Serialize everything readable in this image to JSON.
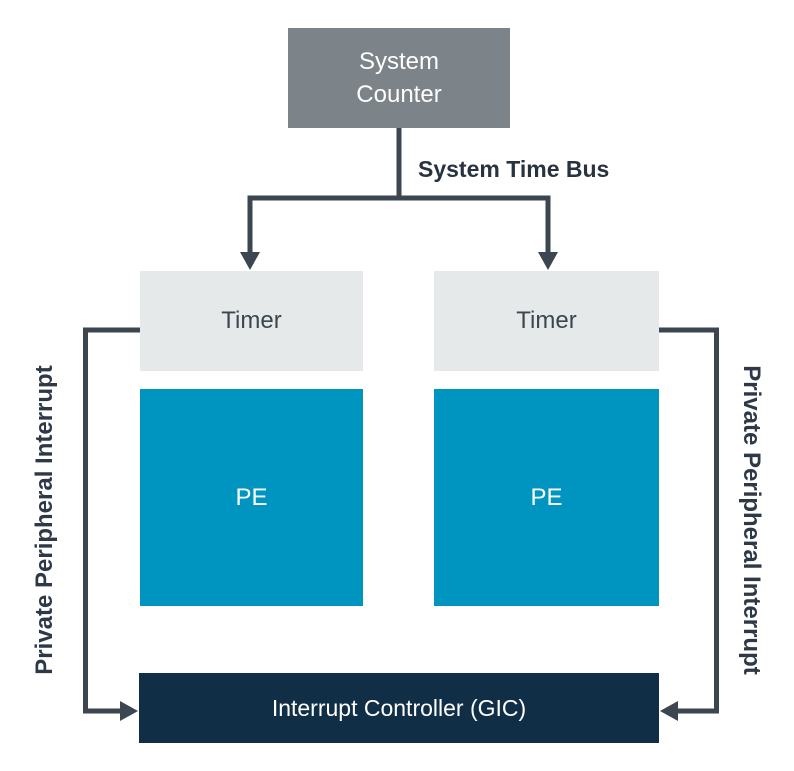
{
  "diagram": {
    "system_counter": {
      "label": "System Counter"
    },
    "bus_label": "System Time Bus",
    "timers": [
      {
        "label": "Timer"
      },
      {
        "label": "Timer"
      }
    ],
    "pes": [
      {
        "label": "PE"
      },
      {
        "label": "PE"
      }
    ],
    "interrupt_controller": {
      "label": "Interrupt Controller (GIC)"
    },
    "left_interrupt_label": "Private Peripheral Interrupt",
    "right_interrupt_label": "Private Peripheral Interrupt",
    "colors": {
      "system_counter_fill": "#7c8389",
      "timer_fill": "#e6e9e9",
      "pe_fill": "#0095c1",
      "interrupt_controller_fill": "#112e47",
      "connector_line": "#3c4650",
      "label_text": "#2e3947",
      "box_text_light": "#ffffff"
    }
  }
}
